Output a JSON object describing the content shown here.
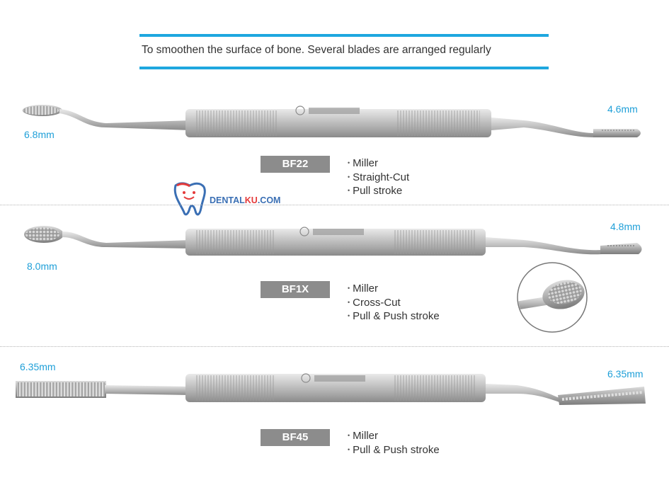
{
  "header": {
    "description": "To smoothen the surface of bone. Several blades are arranged regularly"
  },
  "logo": {
    "brand_main": "DENTAL",
    "brand_accent": "KU",
    "brand_suffix": ".COM"
  },
  "colors": {
    "accent": "#1ea7df",
    "badge": "#8c8c8c",
    "logo_blue": "#3a6fb4",
    "logo_red": "#e53a3a"
  },
  "instruments": [
    {
      "model": "BF22",
      "left_size": "6.8mm",
      "right_size": "4.6mm",
      "features": [
        "Miller",
        "Straight-Cut",
        "Pull stroke"
      ]
    },
    {
      "model": "BF1X",
      "left_size": "8.0mm",
      "right_size": "4.8mm",
      "features": [
        "Miller",
        "Cross-Cut",
        "Pull & Push stroke"
      ]
    },
    {
      "model": "BF45",
      "left_size": "6.35mm",
      "right_size": "6.35mm",
      "features": [
        "Miller",
        "Pull & Push stroke"
      ]
    }
  ]
}
